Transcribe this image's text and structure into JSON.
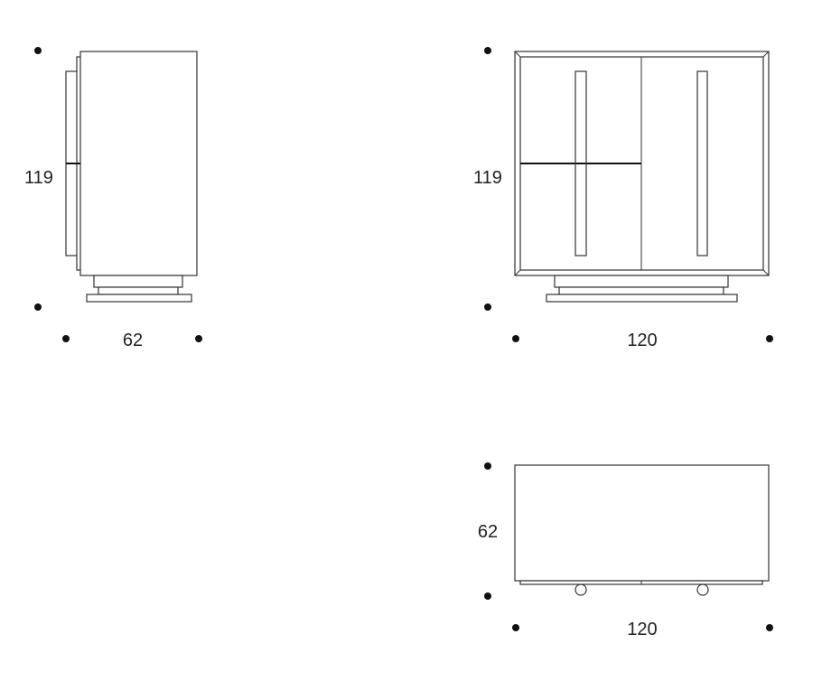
{
  "views": {
    "side": {
      "height_label": "119",
      "width_label": "62"
    },
    "front": {
      "height_label": "119",
      "width_label": "120"
    },
    "top": {
      "depth_label": "62",
      "width_label": "120"
    }
  },
  "colors": {
    "line": "#333333",
    "dot": "#111111",
    "text": "#222222",
    "background": "#ffffff"
  }
}
